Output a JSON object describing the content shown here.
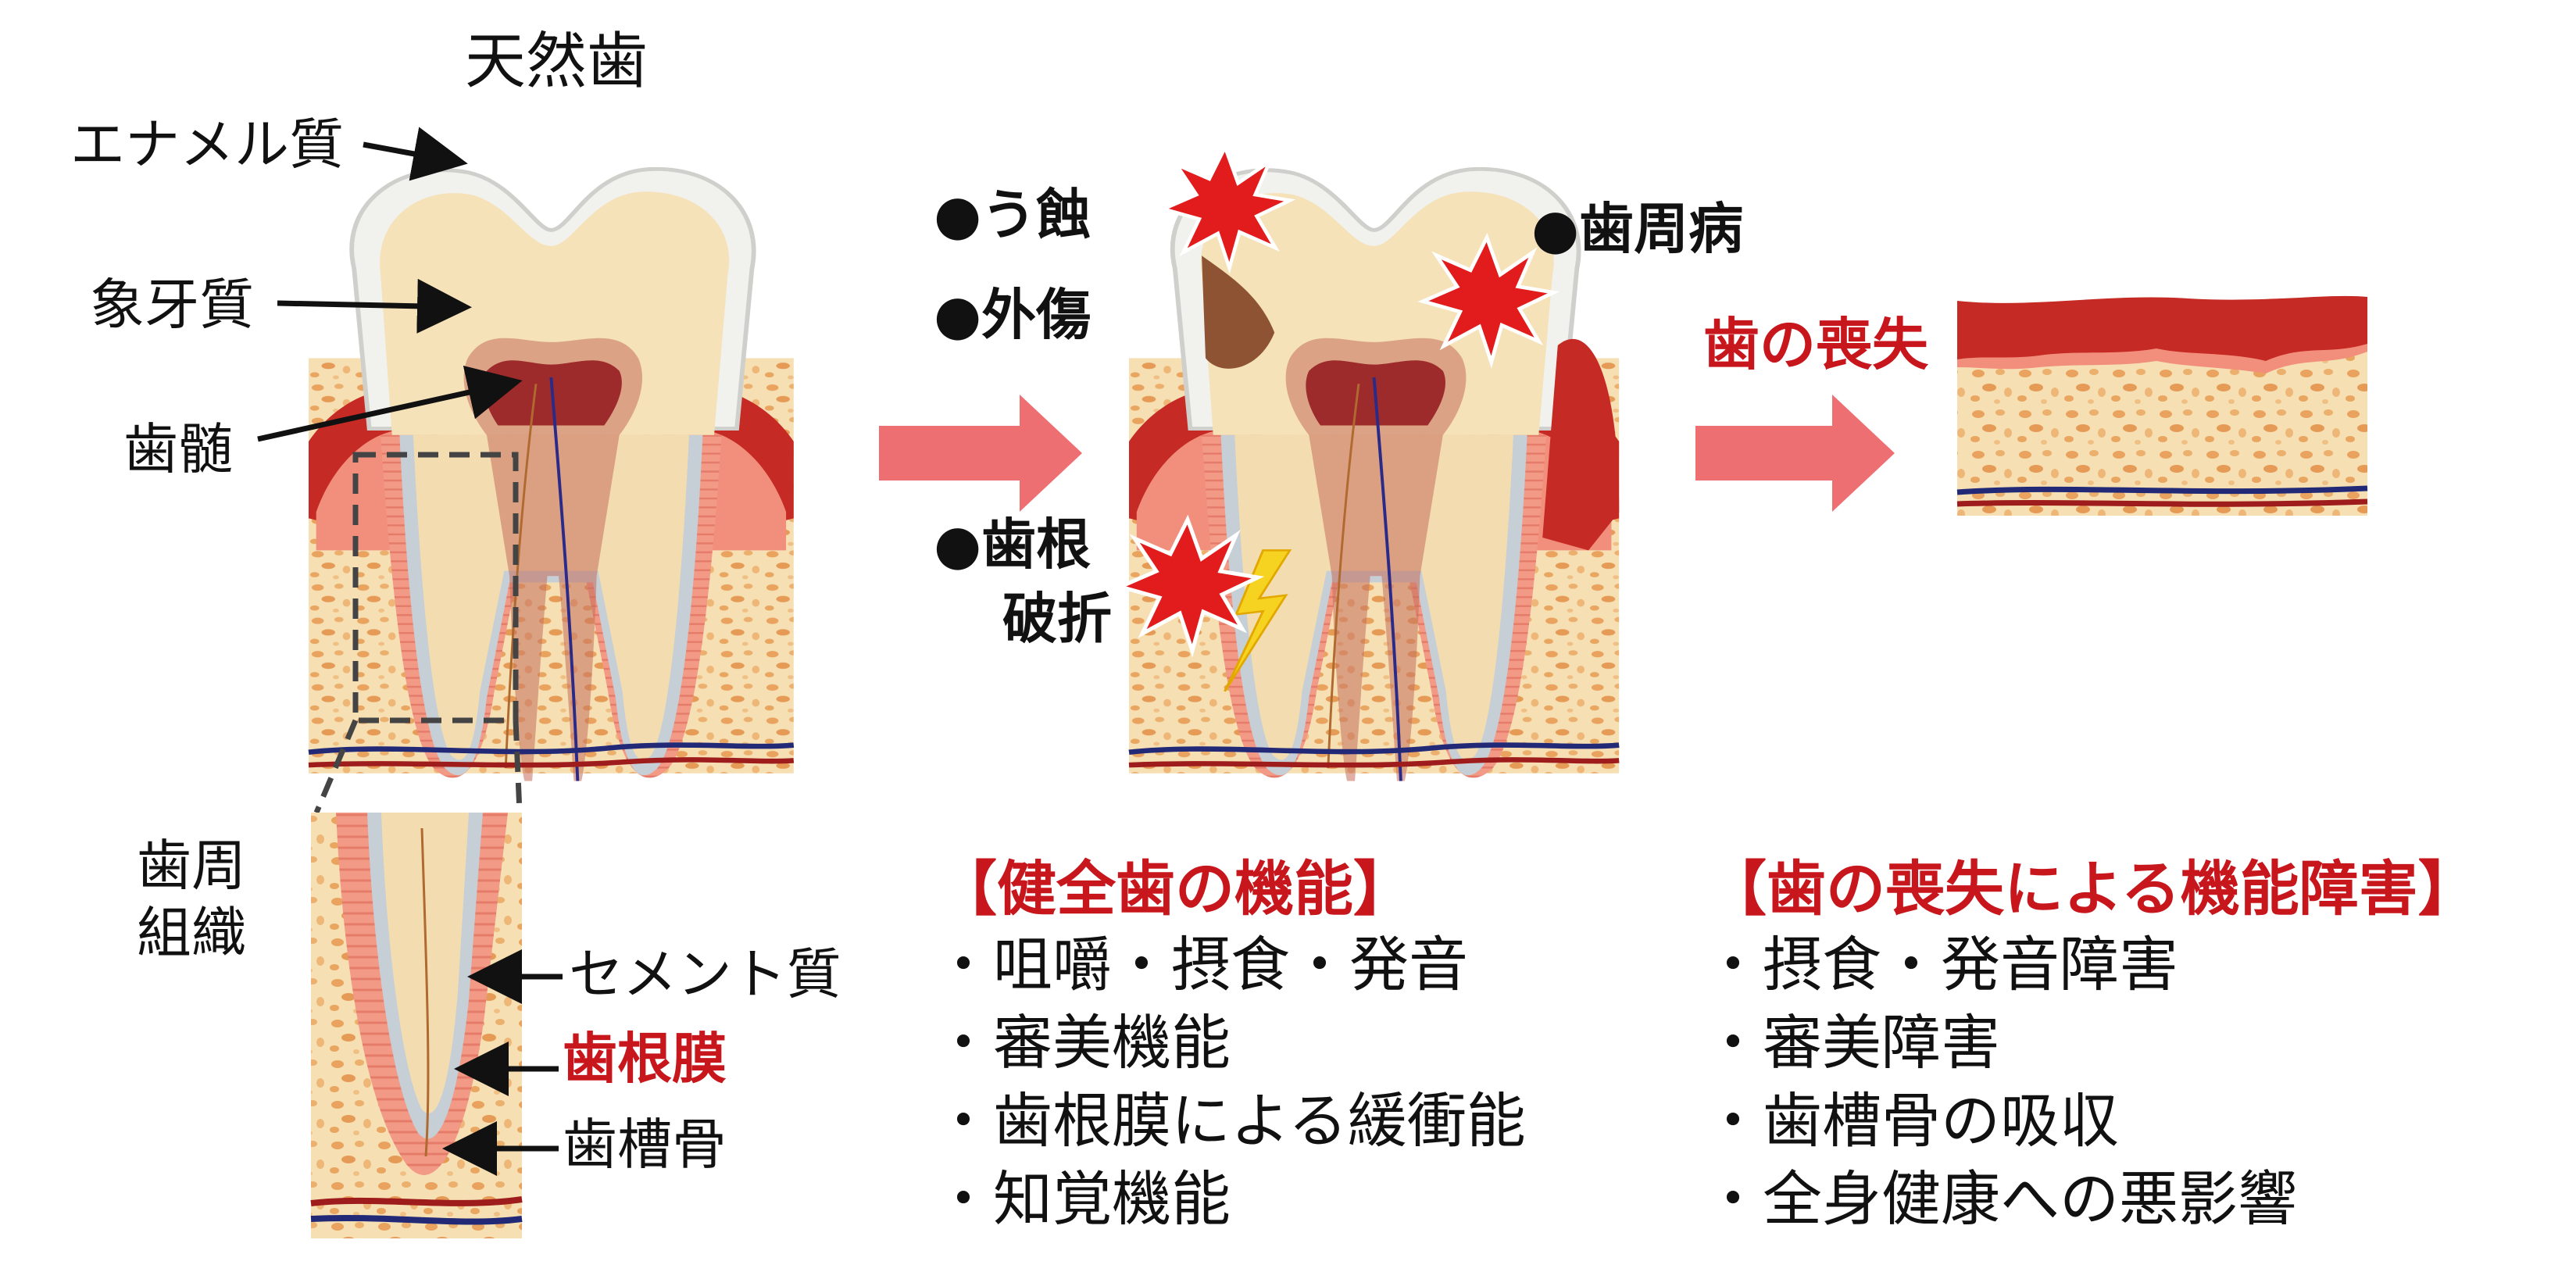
{
  "top": {
    "natural_title": "天然歯",
    "labels": {
      "enamel": "エナメル質",
      "dentin": "象牙質",
      "pulp": "歯髄",
      "periodontal_tissue_line1": "歯周",
      "periodontal_tissue_line2": "組織",
      "cementum": "セメント質",
      "pdl": "歯根膜",
      "alveolar_bone": "歯槽骨"
    },
    "causes": {
      "caries": "●う蝕",
      "trauma": "●外傷",
      "root_fracture_line1": "●歯根",
      "root_fracture_line2": "破折",
      "periodontal_disease": "●歯周病"
    },
    "loss_title": "歯の喪失"
  },
  "healthy_functions": {
    "title": "【健全歯の機能】",
    "items": [
      "咀嚼・摂食・発音",
      "審美機能",
      "歯根膜による緩衝能",
      "知覚機能"
    ]
  },
  "loss_impairments": {
    "title": "【歯の喪失による機能障害】",
    "items": [
      "摂食・発音障害",
      "審美障害",
      "歯槽骨の吸収",
      "全身健康への悪影響"
    ]
  },
  "colors": {
    "accent_red": "#c8161d",
    "arrow_pink": "#ee6f72",
    "gum_red": "#c52a24",
    "bone_tan": "#f4dcae",
    "enamel": "#f3f3f0",
    "dentin": "#f5e2b8",
    "pulp": "#b54a3c",
    "burst_red": "#e21c1c",
    "bolt_yellow": "#f6d321"
  },
  "icons": [
    "pink-arrow-icon",
    "burst-icon",
    "lightning-icon",
    "pointer-arrow-icon"
  ]
}
